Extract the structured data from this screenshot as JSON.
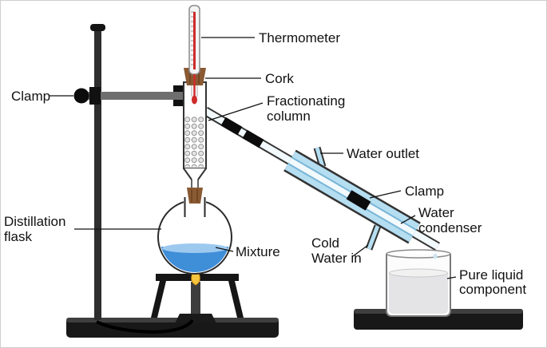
{
  "figure": {
    "alt": "Fractional distillation laboratory apparatus diagram"
  },
  "labels": {
    "thermometer": "Thermometer",
    "cork": "Cork",
    "clamp_left": "Clamp",
    "fractionating_column_1": "Fractionating",
    "fractionating_column_2": "column",
    "water_outlet": "Water outlet",
    "clamp_right": "Clamp",
    "water_condenser_1": "Water",
    "water_condenser_2": "condenser",
    "cold_water_in_1": "Cold",
    "cold_water_in_2": "Water in",
    "distillation_flask_1": "Distillation",
    "distillation_flask_2": "flask",
    "mixture": "Mixture",
    "pure_liquid_1": "Pure liquid",
    "pure_liquid_2": "component"
  },
  "colors": {
    "condenser_jacket": "#b5def1",
    "tube_fill": "#f2fafd",
    "mixture_liquid": "#3f8ed8",
    "mixture_surface": "#9dc9ef",
    "cork_brown": "#8a5a33",
    "flame": "#f6c53f",
    "beaker_liquid": "#e4e4e6",
    "beaker_surface": "#f1f1f2"
  }
}
